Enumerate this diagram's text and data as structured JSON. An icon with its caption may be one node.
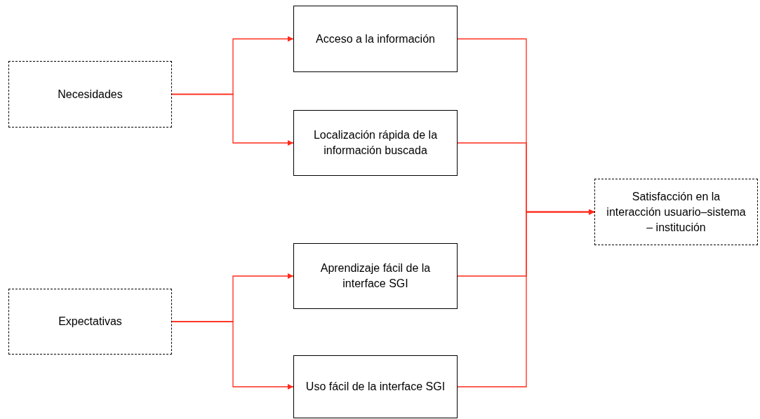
{
  "diagram": {
    "nodes": [
      {
        "text": [
          "Necesidades"
        ]
      },
      {
        "text": [
          "Acceso a la información"
        ]
      },
      {
        "text": [
          "Localización rápida de la información buscada"
        ]
      },
      {
        "text": [
          "Expectativas"
        ]
      },
      {
        "text": [
          "Aprendizaje fácil de la interface SGI"
        ]
      },
      {
        "text": [
          "Uso fácil de la interface SGI"
        ]
      },
      {
        "text": [
          "Satisfacción en la interacción usuario–sistema – institución"
        ]
      }
    ],
    "edges": [
      {
        "from": 0,
        "to": 1,
        "arrow": "to"
      },
      {
        "from": 0,
        "to": 2,
        "arrow": "to"
      },
      {
        "from": 3,
        "to": 4,
        "arrow": "to"
      },
      {
        "from": 3,
        "to": 5,
        "arrow": "to"
      },
      {
        "from": 1,
        "to": 6,
        "arrow": "to"
      },
      {
        "from": 2,
        "to": 6,
        "arrow": "to"
      },
      {
        "from": 4,
        "to": 6,
        "arrow": "to"
      },
      {
        "from": 5,
        "to": 6,
        "arrow": "to"
      }
    ]
  }
}
